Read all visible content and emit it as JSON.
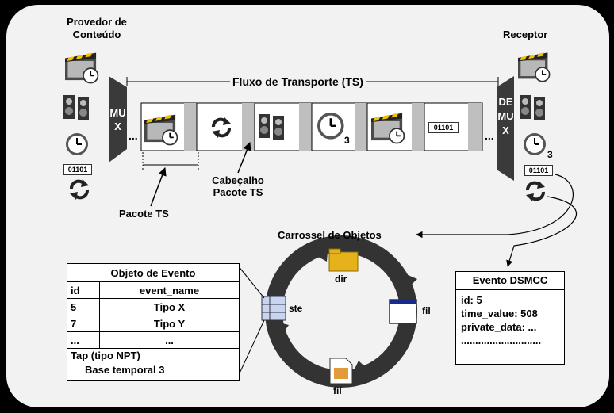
{
  "labels": {
    "provider": "Provedor de Conteúdo",
    "provider_line1": "Provedor de",
    "provider_line2": "Conteúdo",
    "receiver": "Receptor",
    "transport": "Fluxo de Transporte (TS)",
    "mux": "MUX",
    "demux": "DEMUX",
    "ts_packet": "Pacote TS",
    "ts_header_line1": "Cabeçalho",
    "ts_header_line2": "Pacote TS",
    "carousel": "Carrossel de Objetos",
    "binary": "01101",
    "ellipsis": "...",
    "badge3": "3"
  },
  "carousel_nodes": {
    "dir": "dir",
    "fil_right": "fil",
    "fil_bottom": "fil",
    "ste": "ste"
  },
  "event_object": {
    "title": "Objeto de Evento",
    "headers": [
      "id",
      "event_name"
    ],
    "rows": [
      [
        "5",
        "Tipo X"
      ],
      [
        "7",
        "Tipo Y"
      ],
      [
        "...",
        "..."
      ]
    ],
    "tap_line1": "Tap (tipo NPT)",
    "tap_line2": "Base temporal 3"
  },
  "dsmcc_event": {
    "title": "Evento DSMCC",
    "id": "id: 5",
    "time_value": "time_value: 508",
    "private_data": "private_data: ...",
    "dots": "............................"
  },
  "colors": {
    "background": "#000000",
    "panel": "#f2f2f2",
    "mux_bar": "#3a3a3a",
    "arrow_ring": "#333333",
    "packet_gray": "#bfbfbf"
  },
  "icons": [
    "clapperboard-icon",
    "speakers-icon",
    "clock-icon",
    "refresh-icon",
    "folder-icon",
    "window-file-icon",
    "document-icon",
    "ste-table-icon"
  ]
}
